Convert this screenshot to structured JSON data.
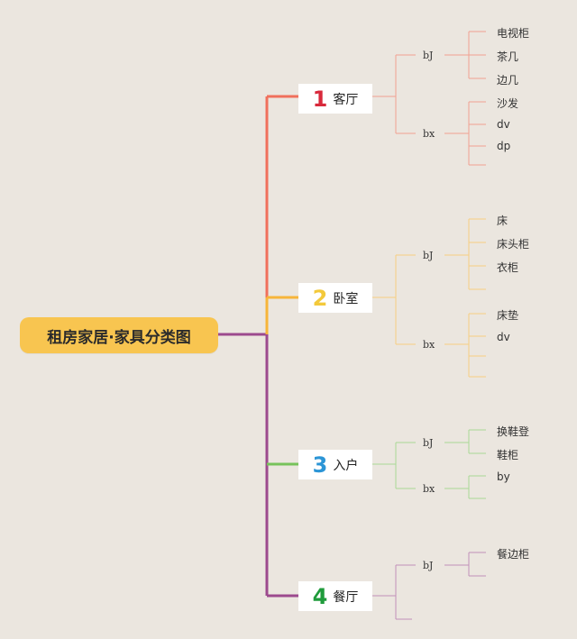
{
  "root": {
    "label": "租房家居·家具分类图"
  },
  "colors": {
    "living": "#f0705c",
    "bedroom": "#f7b53a",
    "entry": "#77c35b",
    "dining": "#9c4a8e",
    "living_num": "#d8293b",
    "bedroom_num": "#f3c93b",
    "entry_num": "#2b95d6",
    "dining_num": "#1f9b3b",
    "thin_living": "#f1a092",
    "thin_bedroom": "#f7cf80",
    "thin_entry": "#a8d896",
    "thin_dining": "#c190b8",
    "background": "#ebe6df",
    "root_fill": "#f8c550"
  },
  "categories": [
    {
      "num": "1",
      "label": "客厅",
      "groups": [
        {
          "label": "bJ",
          "leaves": [
            "电视柜",
            "茶几",
            "边几"
          ]
        },
        {
          "label": "bx",
          "leaves": [
            "沙发",
            "dv",
            "dp",
            ""
          ]
        }
      ]
    },
    {
      "num": "2",
      "label": "卧室",
      "groups": [
        {
          "label": "bJ",
          "leaves": [
            "床",
            "床头柜",
            "衣柜",
            ""
          ]
        },
        {
          "label": "bx",
          "leaves": [
            "床垫",
            "dv",
            "",
            ""
          ]
        }
      ]
    },
    {
      "num": "3",
      "label": "入户",
      "groups": [
        {
          "label": "bJ",
          "leaves": [
            "换鞋登",
            "鞋柜"
          ]
        },
        {
          "label": "bx",
          "leaves": [
            "by",
            ""
          ]
        }
      ]
    },
    {
      "num": "4",
      "label": "餐厅",
      "groups": [
        {
          "label": "bJ",
          "leaves": [
            "餐边柜",
            ""
          ]
        }
      ]
    }
  ]
}
